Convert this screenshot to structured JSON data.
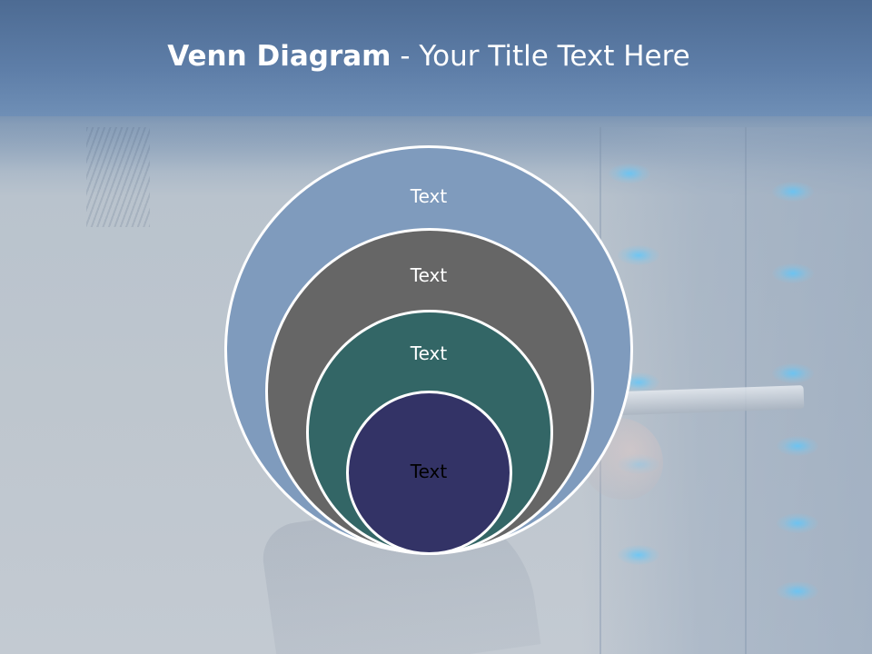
{
  "slide": {
    "title_bold": "Venn Diagram",
    "title_rest": " - Your Title Text Here"
  },
  "diagram": {
    "circles": [
      {
        "label": "Text",
        "fill": "#7f9bbd",
        "text_color": "#ffffff"
      },
      {
        "label": "Text",
        "fill": "#666666",
        "text_color": "#ffffff"
      },
      {
        "label": "Text",
        "fill": "#336666",
        "text_color": "#ffffff"
      },
      {
        "label": "Text",
        "fill": "#333366",
        "text_color": "#000000"
      }
    ]
  }
}
